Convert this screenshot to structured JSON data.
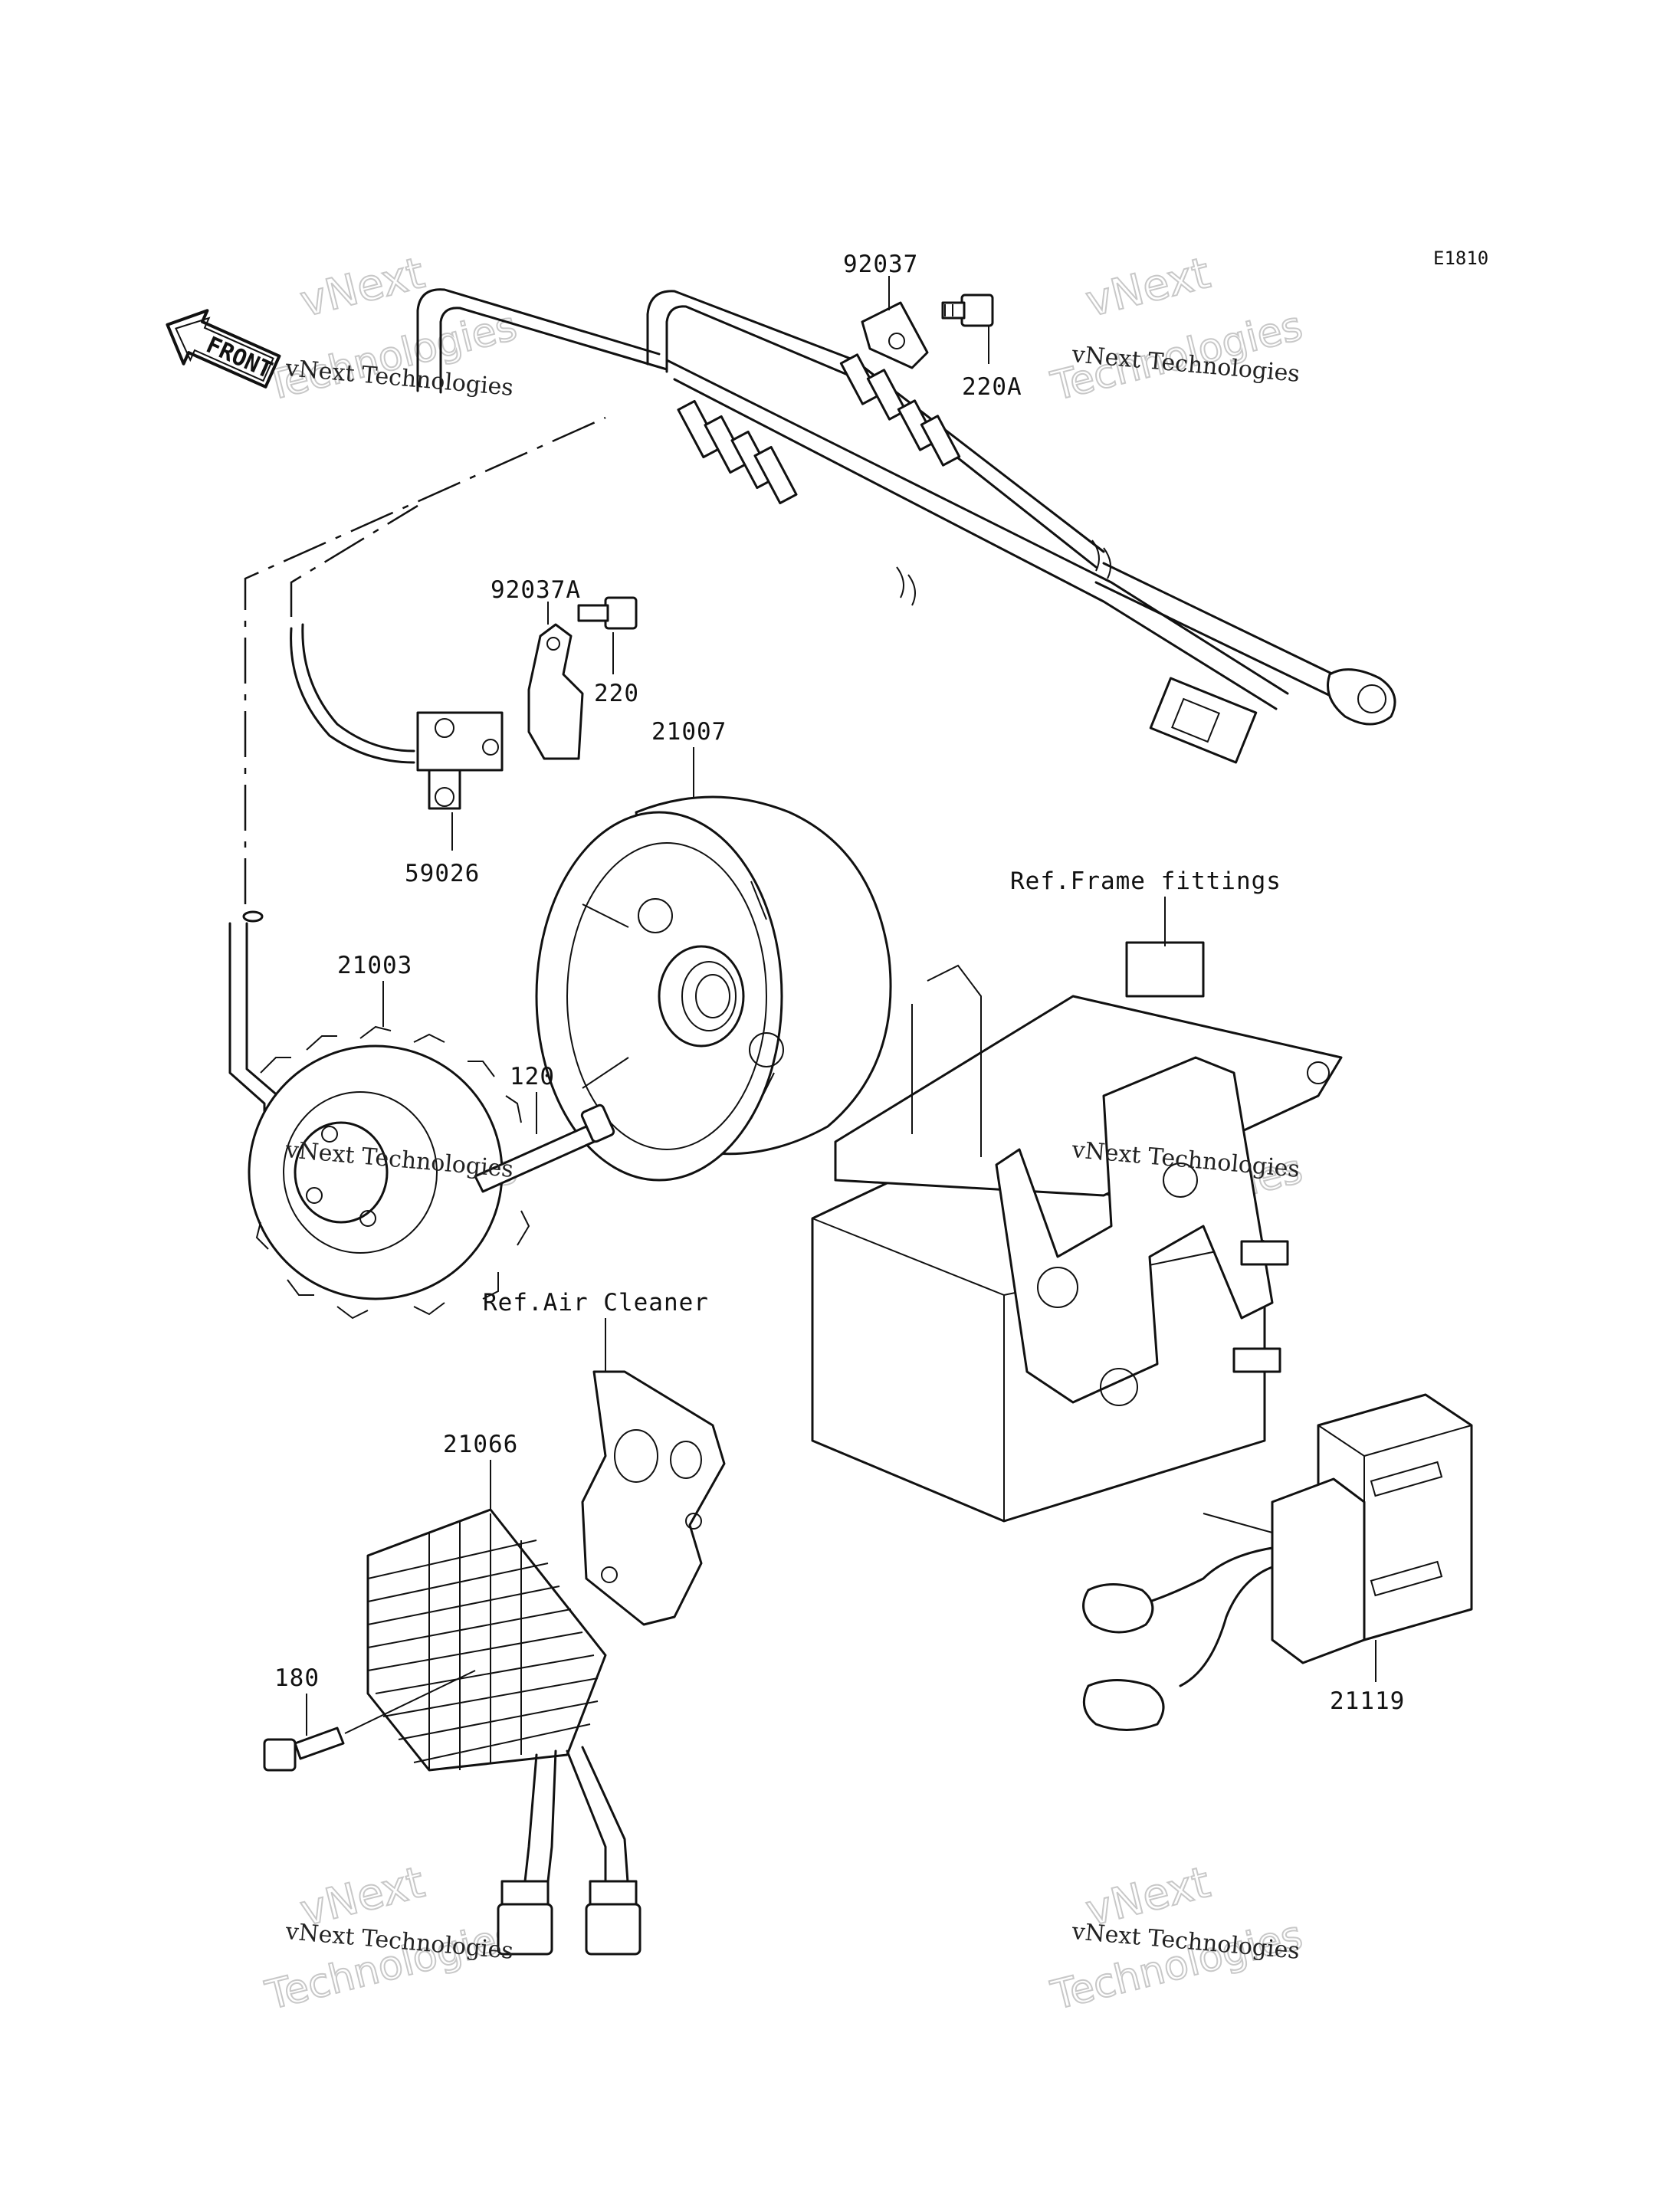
{
  "diagram_code": "E1810",
  "front_label": "FRONT",
  "parts": [
    {
      "id": "p92037",
      "label": "92037"
    },
    {
      "id": "p220A",
      "label": "220A"
    },
    {
      "id": "p92037A",
      "label": "92037A"
    },
    {
      "id": "p220",
      "label": "220"
    },
    {
      "id": "p21007",
      "label": "21007"
    },
    {
      "id": "p59026",
      "label": "59026"
    },
    {
      "id": "p21003",
      "label": "21003"
    },
    {
      "id": "p120",
      "label": "120"
    },
    {
      "id": "p21066",
      "label": "21066"
    },
    {
      "id": "p180",
      "label": "180"
    },
    {
      "id": "p21119",
      "label": "21119"
    }
  ],
  "references": [
    {
      "id": "ref_frame",
      "label": "Ref.Frame fittings"
    },
    {
      "id": "ref_air",
      "label": "Ref.Air Cleaner"
    }
  ],
  "watermark": {
    "line1": "vNext",
    "line2": "vNext Technologies",
    "line3": "Technologies"
  }
}
